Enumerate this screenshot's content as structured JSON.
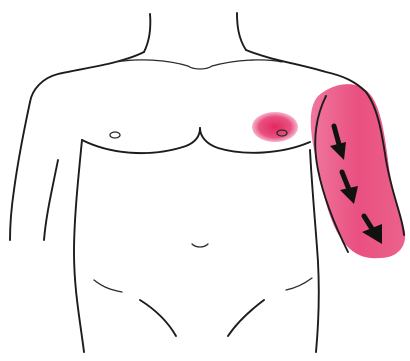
{
  "figure": {
    "subject": "male-torso-front-view",
    "pain_color": "#e8477a",
    "pain_core_color": "#e3285f",
    "arrow_color": "#111111",
    "line_color": "#1c1c1c",
    "regions": [
      "left-chest-spot",
      "left-arm-band"
    ],
    "arrow_count": 3,
    "arrow_direction": "down"
  }
}
